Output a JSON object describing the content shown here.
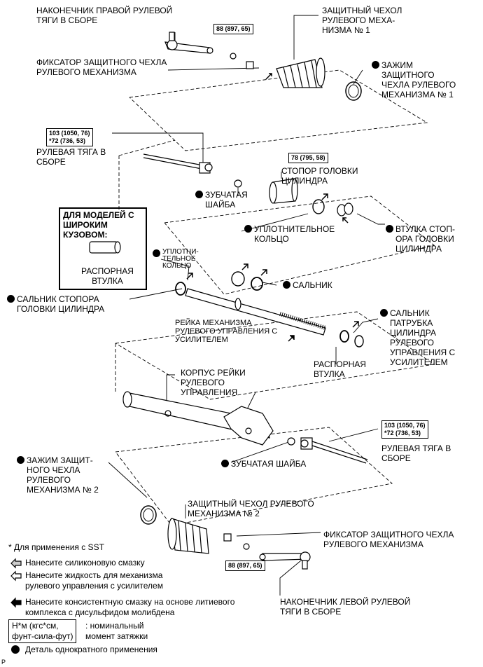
{
  "labels": {
    "tie_rod_end_rh": "НАКОНЕЧНИК ПРАВОЙ РУЛЕВОЙ\nТЯГИ В СБОРЕ",
    "boot_no1": "ЗАЩИТНЫЙ ЧЕХОЛ\nРУЛЕВОГО МЕХА-\nНИЗМА № 1",
    "boot_clip_top": "ФИКСАТОР ЗАЩИТНОГО ЧЕХЛА\nРУЛЕВОГО МЕХАНИЗМА",
    "boot_clamp_no1": "ЗАЖИМ\nЗАЩИТНОГО\nЧЕХЛА РУЛЕВОГО\nМЕХАНИЗМА № 1",
    "rack_end_top": "РУЛЕВАЯ ТЯГА В\nСБОРЕ",
    "cyl_end_stopper": "СТОПОР ГОЛОВКИ\nЦИЛИНДРА",
    "claw_washer_top": "ЗУБЧАТАЯ\nШАЙБА",
    "o_ring_main": "УПЛОТНИТЕЛЬНОЕ\nКОЛЬЦО",
    "wide_body_box": "ДЛЯ МОДЕЛЕЙ С\nШИРОКИМ\nКУЗОВОМ:",
    "spacer_box": "РАСПОРНАЯ\nВТУЛКА",
    "cyl_stopper_bushing": "ВТУЛКА СТОП-\nОРА ГОЛОВКИ\nЦИЛИНДРА",
    "o_ring_small": "УПЛОТНИ-\nТЕЛЬНОЕ\nКОЛЬЦО",
    "oil_seal": "САЛЬНИК",
    "cyl_end_oil_seal": "САЛЬНИК СТОПОРА\nГОЛОВКИ ЦИЛИНДРА",
    "power_rack": "РЕЙКА МЕХАНИЗМА\nРУЛЕВОГО УПРАВЛЕНИЯ С\nУСИЛИТЕЛЕМ",
    "cyl_tube_seal": "САЛЬНИК\nПАТРУБКА\nЦИЛИНДРА\nРУЛЕВОГО\nУПРАВЛЕНИЯ С\nУСИЛИТЕЛЕМ",
    "spacer_mid": "РАСПОРНАЯ\nВТУЛКА",
    "rack_housing": "КОРПУС РЕЙКИ\nРУЛЕВОГО\nУПРАВЛЕНИЯ",
    "rack_end_bottom": "РУЛЕВАЯ ТЯГА В\nСБОРЕ",
    "boot_clamp_no2": "ЗАЖИМ ЗАЩИТ-\nНОГО ЧЕХЛА\nРУЛЕВОГО\nМЕХАНИЗМА № 2",
    "claw_washer_bottom": "ЗУБЧАТАЯ ШАЙБА",
    "boot_no2": "ЗАЩИТНЫЙ ЧЕХОЛ РУЛЕВОГО\nМЕХАНИЗМА № 2",
    "boot_clip_bottom": "ФИКСАТОР ЗАЩИТНОГО ЧЕХЛА\nРУЛЕВОГО МЕХАНИЗМА",
    "tie_rod_end_lh": "НАКОНЕЧНИК ЛЕВОЙ РУЛЕВОЙ\nТЯГИ В СБОРЕ"
  },
  "torques": {
    "top_nut": "88 (897, 65)",
    "rack_end_top": "103 (1050, 76)\n*72 (736, 53)",
    "stopper": "78 (795, 58)",
    "rack_end_bottom": "103 (1050, 76)\n*72 (736, 53)",
    "bottom_nut": "88 (897, 65)"
  },
  "legend": {
    "sst_note": "* Для применения с SST",
    "silicone": "Нанесите силиконовую смазку",
    "ps_fluid": "Нанесите жидкость для механизма\nрулевого управления с усилителем",
    "grease": "Нанесите консистентную смазку на основе литиевого\nкомплекса с дисульфидом молибдена",
    "torque_units": "Н*м (кгс*см,\nфунт-сила-фут)",
    "torque_desc": ": номинальный\nмомент затяжки",
    "non_reusable": "Деталь однократного применения"
  },
  "footer_code": "P"
}
